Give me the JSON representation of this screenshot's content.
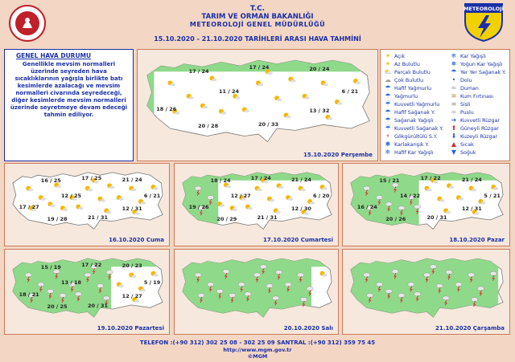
{
  "header": {
    "line1": "T.C.",
    "line2": "TARIM VE ORMAN BAKANLIĞI",
    "line3": "METEOROLOJİ GENEL MÜDÜRLÜĞÜ",
    "date_range": "15.10.2020 - 21.10.2020   TARİHLERİ ARASI HAVA TAHMİNİ",
    "logo_right_text": "METEOROLOJİ"
  },
  "general": {
    "title": "GENEL HAVA DURUMU",
    "body": "Genellikle mevsim normalleri üzerinde seyreden hava sıcaklıklarının yağışla birlikte batı kesimlerde azalacağı ve mevsim normalleri civarında seyredeceği, diğer kesimlerde mevsim normalleri üzerinde seyretmeye devam edeceği tahmin ediliyor."
  },
  "legend": {
    "left": [
      {
        "label": "Açık",
        "icon": "sun-icon",
        "color": "#f5b800"
      },
      {
        "label": "Az Bulutlu",
        "icon": "sun-cloud-icon",
        "color": "#f5b800"
      },
      {
        "label": "Parçalı Bulutlu",
        "icon": "partly-cloudy-icon",
        "color": "#f5b800"
      },
      {
        "label": "Çok Bulutlu",
        "icon": "cloud-icon",
        "color": "#999999"
      },
      {
        "label": "Hafif Yağmurlu",
        "icon": "light-rain-icon",
        "color": "#2a66d0"
      },
      {
        "label": "Yağmurlu",
        "icon": "rain-icon",
        "color": "#2a66d0"
      },
      {
        "label": "Kuvvetli Yağmurlu",
        "icon": "heavy-rain-icon",
        "color": "#2a66d0"
      },
      {
        "label": "Hafif Sağanak Y.",
        "icon": "light-shower-icon",
        "color": "#2a66d0"
      },
      {
        "label": "Sağanak Yağışlı",
        "icon": "shower-icon",
        "color": "#2a66d0"
      },
      {
        "label": "Kuvvetli Sağanak Y.",
        "icon": "heavy-shower-icon",
        "color": "#2a66d0"
      },
      {
        "label": "Gökgürültülü S.Y.",
        "icon": "thunder-icon",
        "color": "#d23030"
      },
      {
        "label": "Karlakarışık Y.",
        "icon": "sleet-icon",
        "color": "#2a66d0"
      },
      {
        "label": "Hafif Kar Yağışlı",
        "icon": "light-snow-icon",
        "color": "#2a66d0"
      }
    ],
    "right": [
      {
        "label": "Kar Yağışlı",
        "icon": "snow-icon",
        "color": "#2a66d0"
      },
      {
        "label": "Yoğun Kar Yağışlı",
        "icon": "heavy-snow-icon",
        "color": "#2a66d0"
      },
      {
        "label": "Yer Yer Sağanak Y.",
        "icon": "scattered-shower-icon",
        "color": "#2a66d0"
      },
      {
        "label": "Dolu",
        "icon": "hail-icon",
        "color": "#2a66d0"
      },
      {
        "label": "Duman",
        "icon": "smoke-icon",
        "color": "#999999"
      },
      {
        "label": "Kum Fırtınası",
        "icon": "sandstorm-icon",
        "color": "#c08040"
      },
      {
        "label": "Sisli",
        "icon": "fog-icon",
        "color": "#999999"
      },
      {
        "label": "Puslu",
        "icon": "haze-icon",
        "color": "#999999"
      },
      {
        "label": "Kuvvetli Rüzgar",
        "icon": "strong-wind-icon",
        "color": "#2a66d0"
      },
      {
        "label": "Güneyli Rüzgar",
        "icon": "south-wind-icon",
        "color": "#d23030"
      },
      {
        "label": "Kuzeyli Rüzgar",
        "icon": "north-wind-icon",
        "color": "#2a66d0"
      },
      {
        "label": "Sıcak",
        "icon": "hot-icon",
        "color": "#d23030"
      },
      {
        "label": "Soğuk",
        "icon": "cold-icon",
        "color": "#2a66d0"
      }
    ]
  },
  "maps": [
    {
      "date": "15.10.2020 Perşembe",
      "rain": 0.05,
      "temps": [
        "17 / 24",
        "17 / 24",
        "20 / 24",
        "11 / 24",
        "6 / 21",
        "18 / 26",
        "13 / 32",
        "20 / 28",
        "20 / 33"
      ]
    },
    {
      "date": "16.10.2020 Cuma",
      "rain": 0.0,
      "temps": [
        "16 / 25",
        "17 / 25",
        "21 / 24",
        "12 / 25",
        "6 / 21",
        "17 / 27",
        "12 / 31",
        "19 / 28",
        "21 / 31"
      ]
    },
    {
      "date": "17.10.2020 Cumartesi",
      "rain": 0.25,
      "temps": [
        "18 / 24",
        "17 / 24",
        "21 / 24",
        "12 / 27",
        "6 / 20",
        "19 / 26",
        "12 / 30",
        "20 / 29",
        "21 / 31"
      ]
    },
    {
      "date": "18.10.2020 Pazar",
      "rain": 0.45,
      "temps": [
        "15 / 21",
        "17 / 22",
        "21 / 24",
        "14 / 22",
        "5 / 21",
        "16 / 24",
        "12 / 31",
        "20 / 26",
        "20 / 31"
      ]
    },
    {
      "date": "19.10.2020 Pazartesi",
      "rain": 0.65,
      "temps": [
        "15 / 19",
        "17 / 22",
        "20 / 23",
        "13 / 18",
        "5 / 19",
        "18 / 21",
        "12 / 27",
        "20 / 25",
        "20 / 31"
      ]
    },
    {
      "date": "20.10.2020 Salı",
      "rain": 0.85,
      "temps": []
    },
    {
      "date": "21.10.2020 Çarşamba",
      "rain": 0.95,
      "temps": []
    }
  ],
  "footer": {
    "phone": "TELEFON :(+90 312) 302 25 08 - 302 25 09  SANTRAL :(+90 312) 359 75 45",
    "web": "http://www.mgm.gov.tr",
    "copyright": "©MGM"
  },
  "colors": {
    "title": "#1a2fa8",
    "rain_area": "#8fd98a",
    "land": "#ffffff",
    "panel_border": "#c97a5a"
  }
}
